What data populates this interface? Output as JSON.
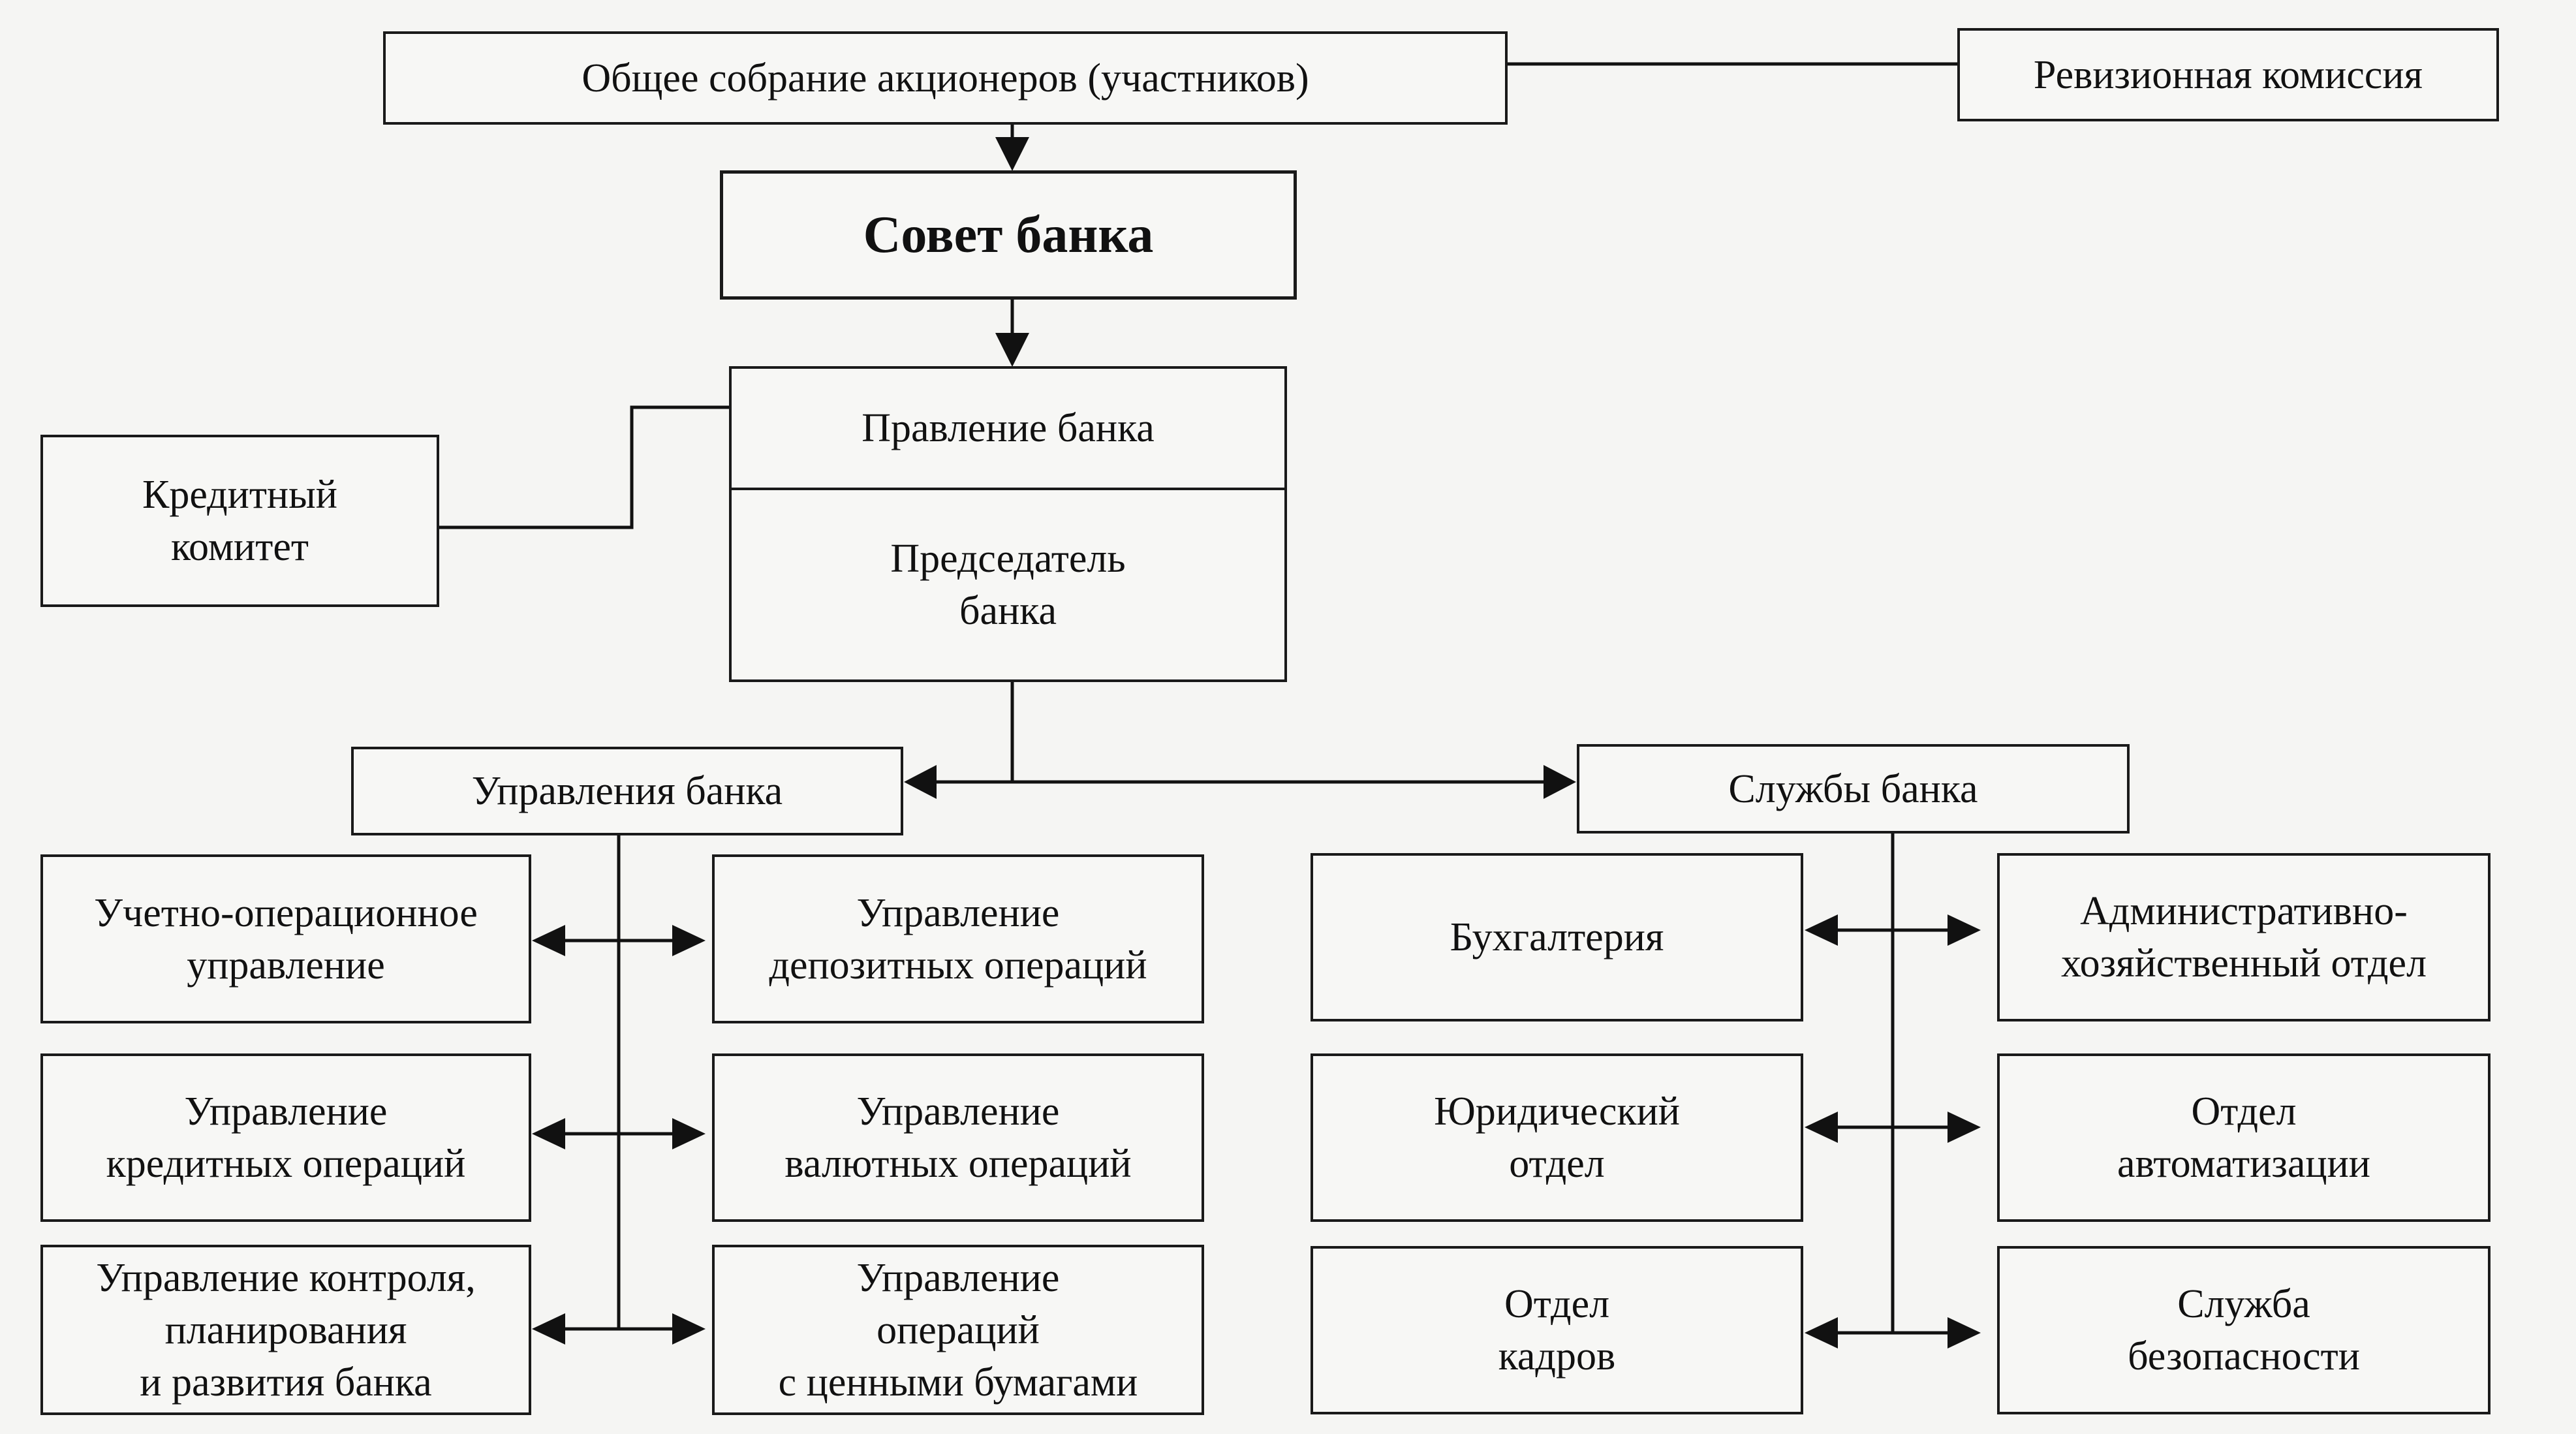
{
  "nodes": {
    "assembly": "Общее собрание акционеров (участников)",
    "audit": "Ревизионная комиссия",
    "council": "Совет банка",
    "board": "Правление банка",
    "chairman": "Председатель\nбанка",
    "credit_committee": "Кредитный\nкомитет",
    "departments": "Управления банка",
    "services": "Службы банка",
    "dept_accounting_ops": "Учетно-операционное\nуправление",
    "dept_deposit_ops": "Управление\nдепозитных операций",
    "dept_credit_ops": "Управление\nкредитных операций",
    "dept_currency_ops": "Управление\nвалютных операций",
    "dept_control": "Управление контроля,\nпланирования\nи развития банка",
    "dept_securities": "Управление\nопераций\nс ценными бумагами",
    "svc_accounting": "Бухгалтерия",
    "svc_admin": "Административно-\nхозяйственный отдел",
    "svc_legal": "Юридический\nотдел",
    "svc_automation": "Отдел\nавтоматизации",
    "svc_hr": "Отдел\nкадров",
    "svc_security": "Служба\nбезопасности"
  }
}
